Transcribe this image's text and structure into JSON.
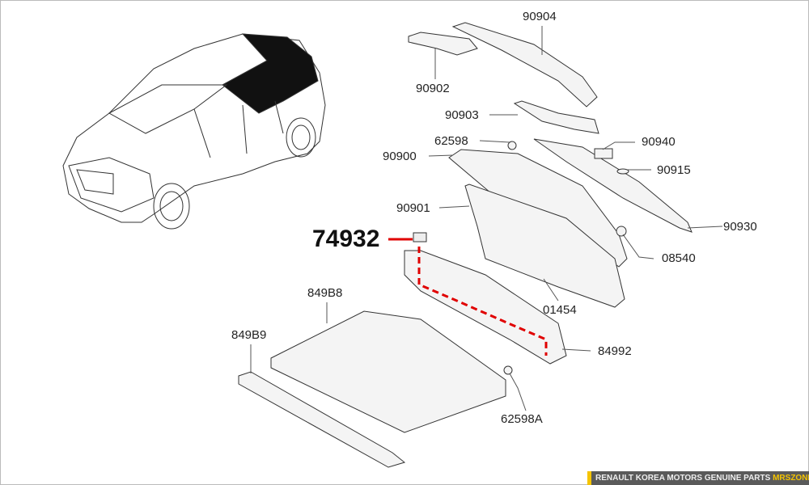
{
  "diagram": {
    "title_part": "74932",
    "highlight_color": "#e00000",
    "labels": {
      "p90904": "90904",
      "p90902": "90902",
      "p90903": "90903",
      "p62598": "62598",
      "p90940": "90940",
      "p90900": "90900",
      "p90915": "90915",
      "p90901": "90901",
      "p90930": "90930",
      "p74932": "74932",
      "p08540": "08540",
      "p849B8": "849B8",
      "p01454": "01454",
      "p84992": "84992",
      "p849B9": "849B9",
      "p62598A": "62598A"
    }
  },
  "footer": {
    "text": "RENAULT KOREA MOTORS GENUINE PARTS",
    "brand": "MRSZONE",
    "accent": "#f5c400"
  }
}
